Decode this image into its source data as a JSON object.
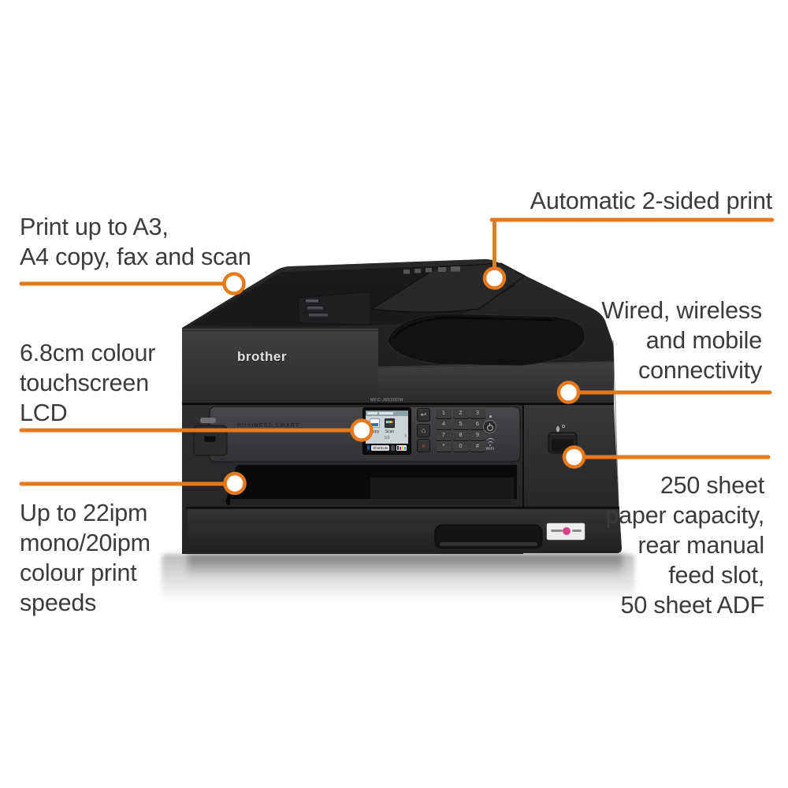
{
  "colors": {
    "accent": "#E5791B",
    "caption_text": "#3B3B3B",
    "printer_body": "#2B2B2D",
    "background": "#FFFFFF"
  },
  "callouts": {
    "print_a3": {
      "lines": [
        "Print up to A3,",
        "A4 copy, fax and scan"
      ]
    },
    "duplex": {
      "lines": [
        "Automatic 2-sided print"
      ]
    },
    "connectivity": {
      "lines": [
        "Wired, wireless",
        "and mobile",
        "connectivity"
      ]
    },
    "lcd": {
      "lines": [
        "6.8cm colour",
        "touchscreen",
        "LCD"
      ]
    },
    "speed": {
      "lines": [
        "Up to 22ipm",
        "mono/20ipm",
        "colour print",
        "speeds"
      ]
    },
    "capacity": {
      "lines": [
        "250 sheet",
        "paper capacity,",
        "rear manual",
        "feed slot,",
        "50 sheet ADF"
      ]
    }
  },
  "printer": {
    "brand": "brother",
    "series_label": "BUSINESS SMART",
    "model": "MFC-J6530DW",
    "screen": {
      "copy_label": "Copy",
      "scan_label": "Scan",
      "pagination": "1/3",
      "shortcuts_label": "Shortcuts",
      "chevron": "›"
    },
    "keypad": [
      [
        "1",
        "2",
        "3"
      ],
      [
        "4",
        "5",
        "6"
      ],
      [
        "7",
        "8",
        "9"
      ],
      [
        "*",
        "0",
        "#"
      ]
    ],
    "wifi_label": "WiFi",
    "icons": {
      "back": "↩",
      "home": "⌂",
      "cancel": "×"
    }
  }
}
